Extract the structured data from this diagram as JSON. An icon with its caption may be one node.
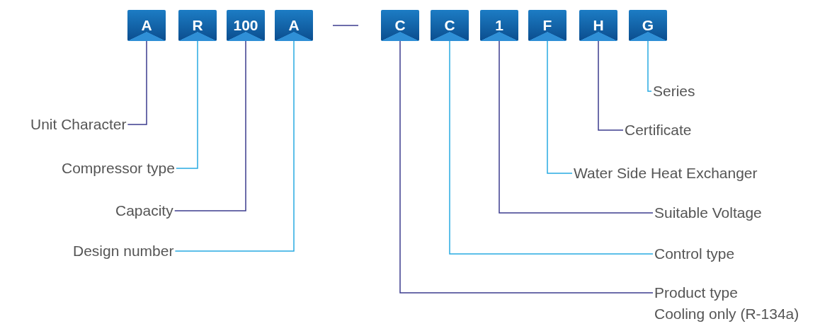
{
  "diagram": {
    "nodes": [
      {
        "text": [
          "A"
        ]
      },
      {
        "text": [
          "R"
        ]
      },
      {
        "text": [
          "100"
        ]
      },
      {
        "text": [
          "A"
        ]
      },
      {
        "text": [
          "C"
        ]
      },
      {
        "text": [
          "C"
        ]
      },
      {
        "text": [
          "1"
        ]
      },
      {
        "text": [
          "F"
        ]
      },
      {
        "text": [
          "H"
        ]
      },
      {
        "text": [
          "G"
        ]
      },
      {
        "text": [
          "Unit Character"
        ]
      },
      {
        "text": [
          "Compressor type"
        ]
      },
      {
        "text": [
          "Capacity"
        ]
      },
      {
        "text": [
          "Design number"
        ]
      },
      {
        "text": [
          "Series"
        ]
      },
      {
        "text": [
          "Certificate"
        ]
      },
      {
        "text": [
          "Water Side Heat Exchanger"
        ]
      },
      {
        "text": [
          "Suitable Voltage"
        ]
      },
      {
        "text": [
          "Control type"
        ]
      },
      {
        "text": [
          "Product type",
          "Cooling only (R-134a)"
        ]
      }
    ],
    "edges": [
      {
        "from": 10,
        "to": 0,
        "arrow": "none",
        "color": "#3d3d8f"
      },
      {
        "from": 11,
        "to": 1,
        "arrow": "none",
        "color": "#29abe2"
      },
      {
        "from": 12,
        "to": 2,
        "arrow": "none",
        "color": "#3d3d8f"
      },
      {
        "from": 13,
        "to": 3,
        "arrow": "none",
        "color": "#29abe2"
      },
      {
        "from": 14,
        "to": 9,
        "arrow": "none",
        "color": "#29abe2"
      },
      {
        "from": 15,
        "to": 8,
        "arrow": "none",
        "color": "#3d3d8f"
      },
      {
        "from": 16,
        "to": 7,
        "arrow": "none",
        "color": "#29abe2"
      },
      {
        "from": 17,
        "to": 6,
        "arrow": "none",
        "color": "#3d3d8f"
      },
      {
        "from": 18,
        "to": 5,
        "arrow": "none",
        "color": "#29abe2"
      },
      {
        "from": 19,
        "to": 4,
        "arrow": "none",
        "color": "#3d3d8f"
      }
    ]
  }
}
